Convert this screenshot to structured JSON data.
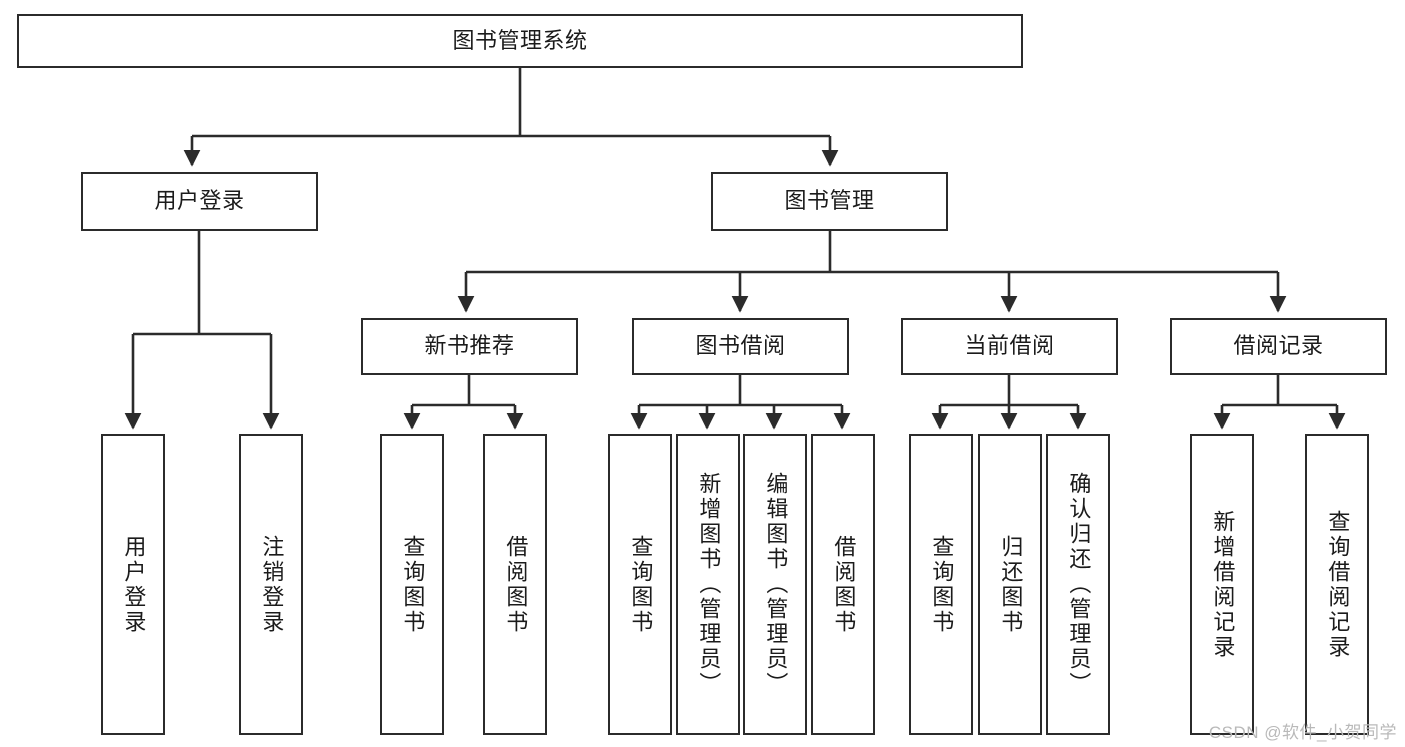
{
  "diagram": {
    "type": "hierarchy-tree",
    "title": "图书管理系统",
    "watermark": "CSDN @软件_小贺同学",
    "colors": {
      "box_border": "#2b2b2b",
      "box_fill": "#ffffff",
      "edge": "#2b2b2b",
      "text": "#1b1b1b",
      "watermark": "#b9b9b9",
      "background": "#ffffff"
    },
    "nodes": {
      "root": {
        "label": "图书管理系统"
      },
      "level1": [
        {
          "label": "用户登录"
        },
        {
          "label": "图书管理"
        }
      ],
      "level2": [
        {
          "label": "新书推荐"
        },
        {
          "label": "图书借阅"
        },
        {
          "label": "当前借阅"
        },
        {
          "label": "借阅记录"
        }
      ],
      "leaves_user_login": [
        {
          "label": "用户登录"
        },
        {
          "label": "注销登录"
        }
      ],
      "leaves_new_book": [
        {
          "label": "查询图书"
        },
        {
          "label": "借阅图书"
        }
      ],
      "leaves_borrow": [
        {
          "label": "查询图书"
        },
        {
          "label": "新增图书（管理员）"
        },
        {
          "label": "编辑图书（管理员）"
        },
        {
          "label": "借阅图书"
        }
      ],
      "leaves_current": [
        {
          "label": "查询图书"
        },
        {
          "label": "归还图书"
        },
        {
          "label": "确认归还（管理员）"
        }
      ],
      "leaves_records": [
        {
          "label": "新增借阅记录"
        },
        {
          "label": "查询借阅记录"
        }
      ]
    }
  }
}
